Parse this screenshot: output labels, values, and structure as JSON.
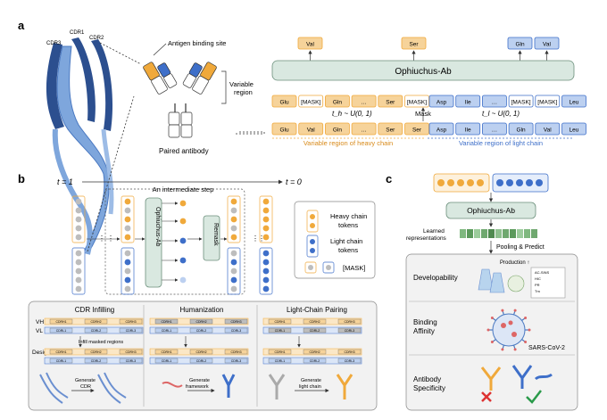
{
  "panels": {
    "a": "a",
    "b": "b",
    "c": "c"
  },
  "panel_a": {
    "cdr_labels": [
      "CDR3",
      "CDR1",
      "CDR2"
    ],
    "antigen_binding_site": "Antigen binding site",
    "variable_region": [
      "Variable",
      "region"
    ],
    "paired_antibody": "Paired antibody",
    "model_name": "Ophiuchus-Ab",
    "outputs_heavy": [
      "Val",
      "Ser"
    ],
    "outputs_light": [
      "Gln",
      "Val"
    ],
    "masked_heavy": [
      "Glu",
      "[MASK]",
      "Gln",
      "…",
      "Ser",
      "[MASK]"
    ],
    "masked_light": [
      "Asp",
      "Ile",
      "…",
      "[MASK]",
      "[MASK]",
      "Leu"
    ],
    "input_heavy": [
      "Glu",
      "Val",
      "Gln",
      "…",
      "Ser",
      "Ser"
    ],
    "input_light": [
      "Asp",
      "Ile",
      "…",
      "Gln",
      "Val",
      "Leu"
    ],
    "th_sample": "t_h ~ U(0, 1)",
    "tl_sample": "t_l ~ U(0, 1)",
    "mask_label": "Mask",
    "heavy_caption": "Variable region of heavy chain",
    "light_caption": "Variable region of light chain"
  },
  "panel_b": {
    "t_start": "t = 1",
    "t_end": "t = 0",
    "intermediate": "An intermediate step",
    "model_name": "Ophiuchus-Ab",
    "remask": "Remask",
    "legend": [
      "Heavy chain tokens",
      "Light chain tokens",
      "[MASK]"
    ],
    "tasks": [
      "CDR Infilling",
      "Humanization",
      "Light-Chain Pairing"
    ],
    "vh": "VH",
    "vl": "VL",
    "design": "Design",
    "infill_note": "Infill masked regions",
    "gen_cdr": "Generate CDR",
    "gen_framework": "Generate framework",
    "gen_light": "Generate light chain",
    "segments_vh": [
      "CDRH1",
      "CDRH2",
      "CDRH3"
    ],
    "segments_vl": [
      "CDRL1",
      "CDRL2",
      "CDRL3"
    ]
  },
  "panel_c": {
    "model_name": "Ophiuchus-Ab",
    "learned": [
      "Learned",
      "representations"
    ],
    "pool": "Pooling & Predict",
    "tasks": [
      "Developability",
      "Binding Affinity",
      "Antibody Specificity"
    ],
    "production": "Production ↑",
    "sars": "SARS-CoV-2",
    "assay_labels": [
      "AC-SINS",
      "HIC",
      "PR",
      "Tm"
    ]
  },
  "colors": {
    "heavy": "#f0a93b",
    "heavy_fill": "#f6d39a",
    "light": "#3e6fc9",
    "light_fill": "#bcd0f0",
    "model_fill": "#d9e8e0",
    "model_stroke": "#6b8f7b",
    "mask_fill": "#ffffff",
    "mask_grey": "#bdbdbd",
    "repr": "#6fa86f"
  }
}
